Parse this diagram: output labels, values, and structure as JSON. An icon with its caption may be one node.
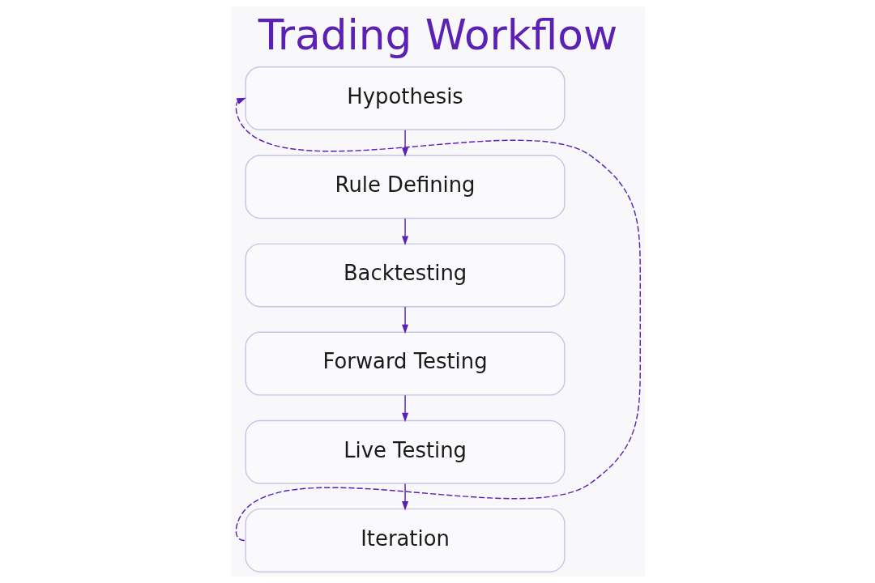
{
  "diagram": {
    "title": "Trading Workflow",
    "nodes": [
      {
        "text": [
          "Hypothesis"
        ]
      },
      {
        "text": [
          "Rule Defining"
        ]
      },
      {
        "text": [
          "Backtesting"
        ]
      },
      {
        "text": [
          "Forward Testing"
        ]
      },
      {
        "text": [
          "Live Testing"
        ]
      },
      {
        "text": [
          "Iteration"
        ]
      }
    ],
    "edges": [
      {
        "from": 0,
        "to": 1,
        "arrow": "to"
      },
      {
        "from": 1,
        "to": 2,
        "arrow": "to"
      },
      {
        "from": 2,
        "to": 3,
        "arrow": "to"
      },
      {
        "from": 3,
        "to": 4,
        "arrow": "to"
      },
      {
        "from": 4,
        "to": 5,
        "arrow": "to"
      },
      {
        "from": 5,
        "to": 0,
        "arrow": "to",
        "style": "dashed"
      }
    ]
  }
}
